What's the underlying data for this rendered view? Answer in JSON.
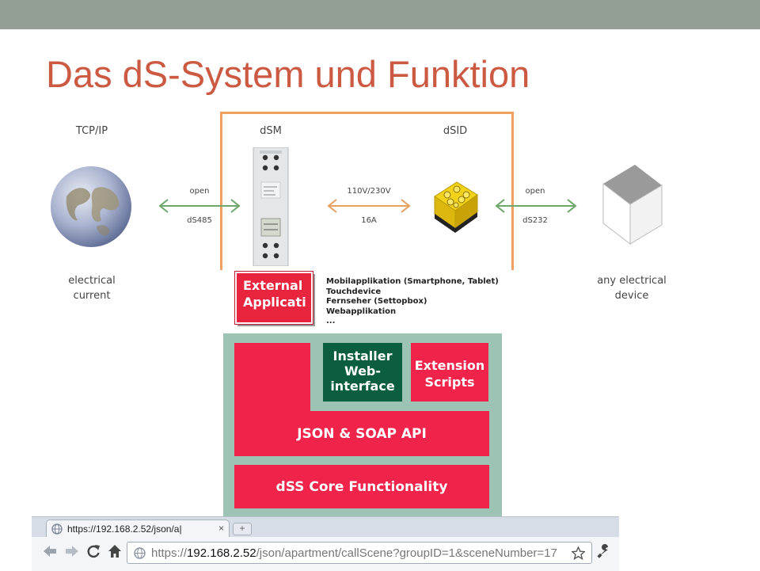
{
  "slide": {
    "title": "Das dS-System und Funktion"
  },
  "diagram": {
    "tcpip": "TCP/IP",
    "dsm": "dSM",
    "dsid": "dSID",
    "conn_left": {
      "top": "open",
      "bottom": "dS485"
    },
    "conn_middle": {
      "top": "110V/230V",
      "bottom": "16A"
    },
    "conn_right": {
      "top": "open",
      "bottom": "dS232"
    },
    "globe_caption": {
      "line1": "electrical",
      "line2": "current"
    },
    "device_caption": {
      "line1": "any electrical",
      "line2": "device"
    },
    "colors": {
      "orange": "#f0a060",
      "arrow_green": "#6fa66b",
      "arrow_orange": "#e6a060",
      "accent_title": "#cc5a42"
    }
  },
  "apps": {
    "external_box": {
      "line1": "External",
      "line2": "Applicati"
    },
    "list": [
      "Mobilapplikation (Smartphone, Tablet)",
      "Touchdevice",
      "Fernseher (Settopbox)",
      "Webapplikation",
      "..."
    ]
  },
  "stack": {
    "installer": {
      "line1": "Installer",
      "line2": "Web-",
      "line3": "interface"
    },
    "extension": {
      "line1": "Extension",
      "line2": "Scripts"
    },
    "json_api": "JSON & SOAP API",
    "core": "dSS Core Functionality",
    "colors": {
      "red": "#f0244a",
      "green": "#0b5e3f",
      "bg": "#9cc3b3"
    }
  },
  "browser": {
    "tab_title": "https://192.168.2.52/json/a|",
    "tab_close": "×",
    "new_tab": "+",
    "url_scheme": "https://",
    "url_host": "192.168.2.52",
    "url_path": "/json/apartment/callScene?groupID=1&sceneNumber=17",
    "icons": [
      "back-arrow-icon",
      "forward-arrow-icon",
      "reload-icon",
      "home-icon",
      "star-icon",
      "wrench-icon"
    ]
  }
}
